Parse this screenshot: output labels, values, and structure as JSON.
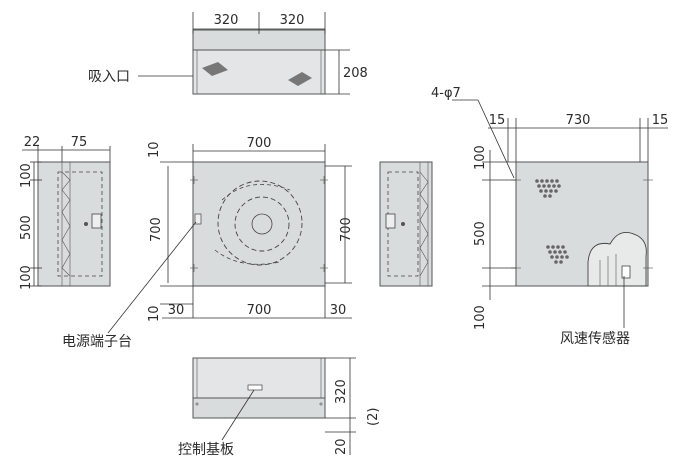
{
  "dims": {
    "top_a": "320",
    "top_b": "320",
    "top_h": "208",
    "left_22": "22",
    "left_75": "75",
    "left_100a": "100",
    "left_500": "500",
    "left_100b": "100",
    "front_700_top": "700",
    "front_10_top": "10",
    "front_700_left": "700",
    "front_700_right": "700",
    "front_10_bot": "10",
    "front_30_left": "30",
    "front_700_bot": "700",
    "front_30_right": "30",
    "rear_phi": "4-φ7",
    "rear_15a": "15",
    "rear_730": "730",
    "rear_15b": "15",
    "rear_100a": "100",
    "rear_500": "500",
    "rear_100b": "100",
    "bot_320": "320",
    "bot_20": "20",
    "bot_2": "(2)"
  },
  "labels": {
    "intake": "吸入口",
    "power_terminal": "电源端子台",
    "control_board": "控制基板",
    "wind_sensor": "风速传感器"
  }
}
